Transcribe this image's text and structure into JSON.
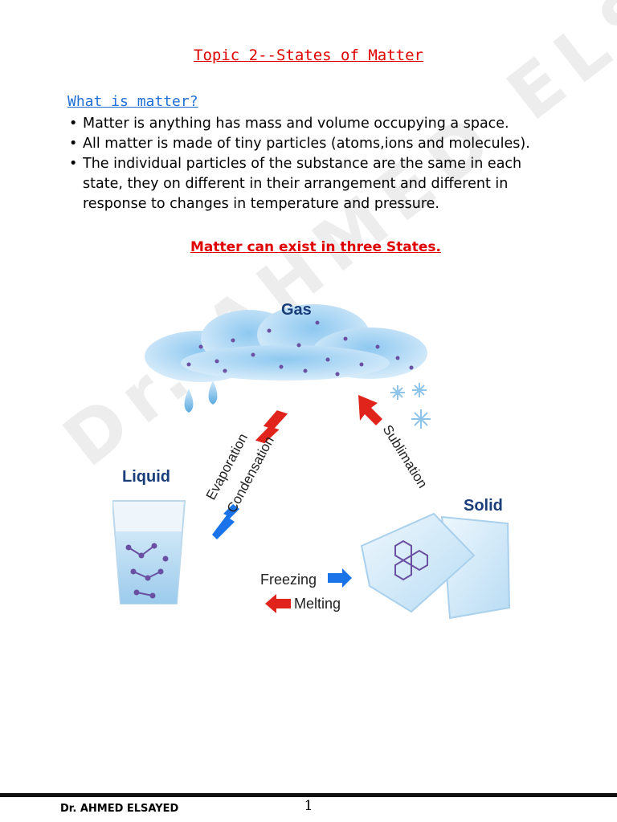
{
  "watermark": "Dr. AHMED ELSAYED",
  "title": "Topic 2--States of Matter",
  "subheading": "What is matter?",
  "bullets": [
    "Matter is anything has mass and volume occupying a space.",
    "All matter is made of tiny particles (atoms,ions and molecules).",
    "The individual particles of the substance are the same in each state, they on different in their arrangement and different in response to changes in temperature and pressure."
  ],
  "states_line": "Matter can exist in three States.",
  "diagram": {
    "labels": {
      "gas": "Gas",
      "liquid": "Liquid",
      "solid": "Solid",
      "evaporation": "Evaporation",
      "condensation": "Condensation",
      "sublimation": "Sublimation",
      "freezing": "Freezing",
      "melting": "Melting"
    },
    "colors": {
      "label_text": "#1a3e7a",
      "arrow_red": "#e0241b",
      "arrow_blue": "#1a73e8",
      "cloud": "#cfe6f7",
      "water": "#b9dcf2",
      "ice": "#d6ecfa",
      "particle": "#6a4fa3"
    }
  },
  "footer": {
    "author": "Dr. AHMED ELSAYED",
    "page_number": "1"
  }
}
